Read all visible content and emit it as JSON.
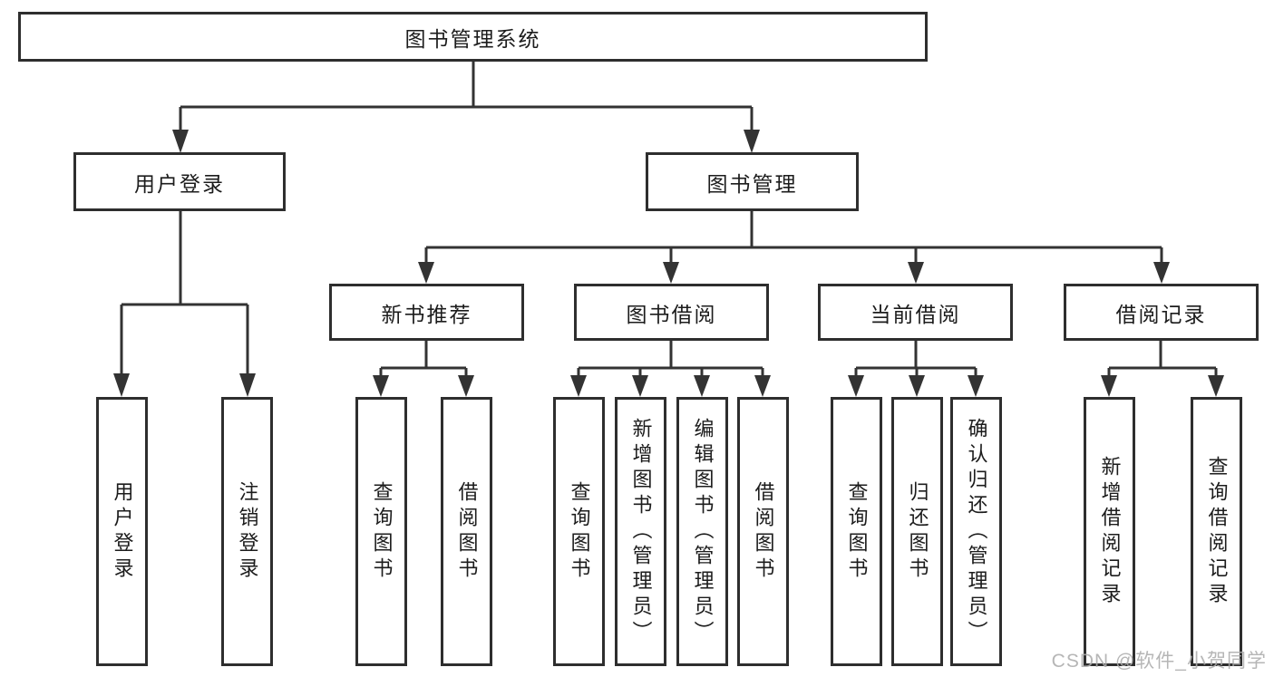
{
  "nodes": {
    "root": "图书管理系统",
    "user_login": "用户登录",
    "book_management": "图书管理",
    "new_book_recommend": "新书推荐",
    "book_borrow": "图书借阅",
    "current_borrow": "当前借阅",
    "borrow_records": "借阅记录",
    "leaf_user_login": "用户登录",
    "leaf_logout": "注销登录",
    "leaf_nb_query_books": "查询图书",
    "leaf_nb_borrow_books": "借阅图书",
    "leaf_bb_query_books": "查询图书",
    "leaf_bb_add_books": "新增图书（管理员）",
    "leaf_bb_edit_books": "编辑图书（管理员）",
    "leaf_bb_borrow_books": "借阅图书",
    "leaf_cb_query_books": "查询图书",
    "leaf_cb_return_books": "归还图书",
    "leaf_cb_confirm_return": "确认归还（管理员）",
    "leaf_br_add_record": "新增借阅记录",
    "leaf_br_query_record": "查询借阅记录"
  },
  "watermark": "CSDN @软件_小贺同学",
  "colors": {
    "line": "#333333",
    "box_border": "#2e2e2e",
    "text": "#1c1c1c",
    "background": "#ffffff",
    "watermark": "#acacac"
  }
}
